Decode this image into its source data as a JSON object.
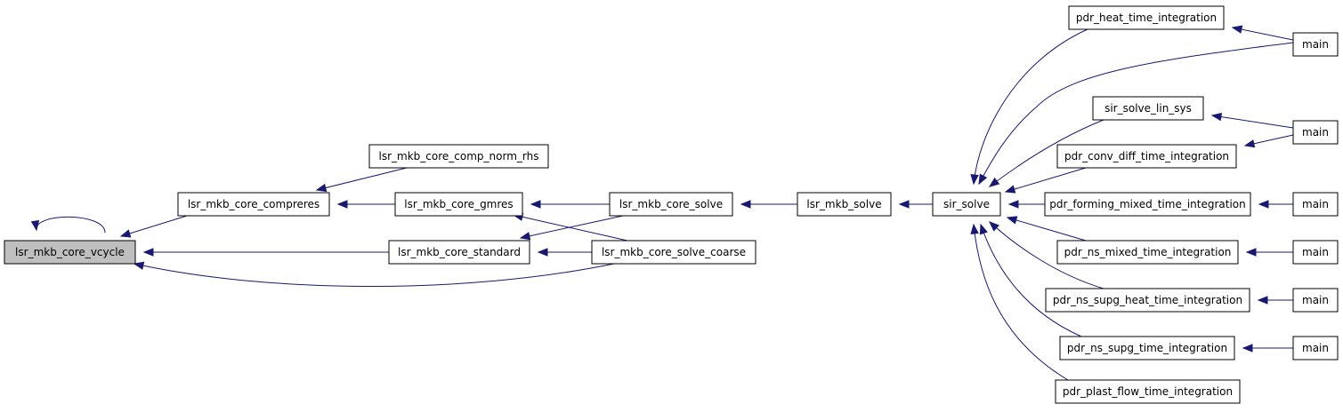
{
  "graph": {
    "colors": {
      "edge": "#191970",
      "node_border": "#000000",
      "node_fill": "#ffffff",
      "root_fill": "#bfbfbf"
    },
    "nodes": [
      {
        "id": "vcycle",
        "label": "lsr_mkb_core_vcycle",
        "root": true
      },
      {
        "id": "compreres",
        "label": "lsr_mkb_core_compreres"
      },
      {
        "id": "comp_norm_rhs",
        "label": "lsr_mkb_core_comp_norm_rhs"
      },
      {
        "id": "gmres",
        "label": "lsr_mkb_core_gmres"
      },
      {
        "id": "standard",
        "label": "lsr_mkb_core_standard"
      },
      {
        "id": "core_solve",
        "label": "lsr_mkb_core_solve"
      },
      {
        "id": "solve_coarse",
        "label": "lsr_mkb_core_solve_coarse"
      },
      {
        "id": "mkb_solve",
        "label": "lsr_mkb_solve"
      },
      {
        "id": "sir_solve",
        "label": "sir_solve"
      },
      {
        "id": "heat",
        "label": "pdr_heat_time_integration"
      },
      {
        "id": "lin_sys",
        "label": "sir_solve_lin_sys"
      },
      {
        "id": "conv_diff",
        "label": "pdr_conv_diff_time_integration"
      },
      {
        "id": "forming",
        "label": "pdr_forming_mixed_time_integration"
      },
      {
        "id": "ns_mixed",
        "label": "pdr_ns_mixed_time_integration"
      },
      {
        "id": "ns_supg_heat",
        "label": "pdr_ns_supg_heat_time_integration"
      },
      {
        "id": "ns_supg",
        "label": "pdr_ns_supg_time_integration"
      },
      {
        "id": "plast",
        "label": "pdr_plast_flow_time_integration"
      },
      {
        "id": "main1",
        "label": "main"
      },
      {
        "id": "main2",
        "label": "main"
      },
      {
        "id": "main3",
        "label": "main"
      },
      {
        "id": "main4",
        "label": "main"
      },
      {
        "id": "main5",
        "label": "main"
      },
      {
        "id": "main6",
        "label": "main"
      }
    ],
    "edges": [
      {
        "from": "vcycle",
        "to": "vcycle"
      },
      {
        "from": "compreres",
        "to": "vcycle"
      },
      {
        "from": "standard",
        "to": "vcycle"
      },
      {
        "from": "solve_coarse",
        "to": "vcycle"
      },
      {
        "from": "comp_norm_rhs",
        "to": "compreres"
      },
      {
        "from": "gmres",
        "to": "compreres"
      },
      {
        "from": "core_solve",
        "to": "gmres"
      },
      {
        "from": "solve_coarse",
        "to": "gmres"
      },
      {
        "from": "core_solve",
        "to": "standard"
      },
      {
        "from": "solve_coarse",
        "to": "standard"
      },
      {
        "from": "mkb_solve",
        "to": "core_solve"
      },
      {
        "from": "sir_solve",
        "to": "mkb_solve"
      },
      {
        "from": "heat",
        "to": "sir_solve"
      },
      {
        "from": "main1",
        "to": "sir_solve"
      },
      {
        "from": "lin_sys",
        "to": "sir_solve"
      },
      {
        "from": "conv_diff",
        "to": "sir_solve"
      },
      {
        "from": "forming",
        "to": "sir_solve"
      },
      {
        "from": "ns_mixed",
        "to": "sir_solve"
      },
      {
        "from": "ns_supg_heat",
        "to": "sir_solve"
      },
      {
        "from": "ns_supg",
        "to": "sir_solve"
      },
      {
        "from": "plast",
        "to": "sir_solve"
      },
      {
        "from": "main1",
        "to": "heat"
      },
      {
        "from": "main2",
        "to": "lin_sys"
      },
      {
        "from": "main2",
        "to": "conv_diff"
      },
      {
        "from": "main3",
        "to": "forming"
      },
      {
        "from": "main4",
        "to": "ns_mixed"
      },
      {
        "from": "main5",
        "to": "ns_supg_heat"
      },
      {
        "from": "main6",
        "to": "ns_supg"
      }
    ]
  }
}
